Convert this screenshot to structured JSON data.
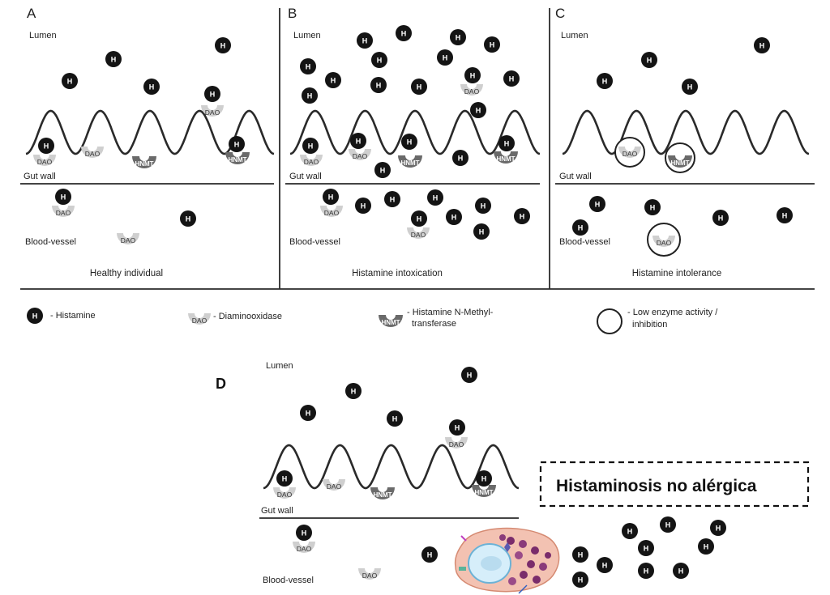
{
  "panels": {
    "A": {
      "letter": "A",
      "lumen": "Lumen",
      "gut_wall": "Gut wall",
      "blood_vessel": "Blood-vessel",
      "caption": "Healthy individual"
    },
    "B": {
      "letter": "B",
      "lumen": "Lumen",
      "gut_wall": "Gut wall",
      "blood_vessel": "Blood-vessel",
      "caption": "Histamine intoxication"
    },
    "C": {
      "letter": "C",
      "lumen": "Lumen",
      "gut_wall": "Gut wall",
      "blood_vessel": "Blood-vessel",
      "caption": "Histamine intolerance"
    },
    "D": {
      "letter": "D",
      "lumen": "Lumen",
      "gut_wall": "Gut wall",
      "blood_vessel": "Blood-vessel",
      "title": "Histaminosis no alérgica"
    }
  },
  "symbols": {
    "histamine": "H",
    "dao": "DAO",
    "hnmt": "HNMT"
  },
  "legend": {
    "histamine": "- Histamine",
    "dao": "- Diaminooxidase",
    "hnmt_line1": "- Histamine N-Methyl-",
    "hnmt_line2": "transferase",
    "low_line1": "- Low enzyme activity /",
    "low_line2": "inhibition"
  }
}
